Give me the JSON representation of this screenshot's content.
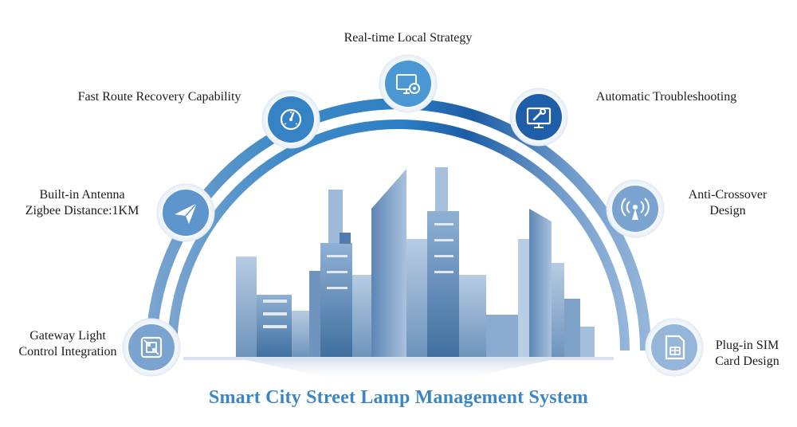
{
  "title": "Smart City Street Lamp Management System",
  "features": [
    {
      "name": "Gateway Light Control Integration",
      "lines": [
        "Gateway Light",
        "Control Integration"
      ],
      "icon": "gateway-integration-icon"
    },
    {
      "name": "Built-in Antenna Zigbee Distance:1KM",
      "lines": [
        "Built-in Antenna",
        "Zigbee Distance:1KM"
      ],
      "icon": "paper-plane-icon"
    },
    {
      "name": "Fast Route Recovery Capability",
      "lines": [
        "Fast Route Recovery Capability"
      ],
      "icon": "speedometer-icon"
    },
    {
      "name": "Real-time Local Strategy",
      "lines": [
        "Real-time Local Strategy"
      ],
      "icon": "monitor-gear-icon"
    },
    {
      "name": "Automatic Troubleshooting",
      "lines": [
        "Automatic Troubleshooting"
      ],
      "icon": "monitor-wrench-icon"
    },
    {
      "name": "Anti-Crossover Design",
      "lines": [
        "Anti-Crossover",
        "Design"
      ],
      "icon": "antenna-signal-icon"
    },
    {
      "name": "Plug-in SIM Card Design",
      "lines": [
        "Plug-in SIM",
        "Card Design"
      ],
      "icon": "sim-card-icon"
    }
  ],
  "colors": {
    "arc_light": "#8fb4d8",
    "arc_mid": "#3d8bc8",
    "arc_dark": "#1d5ea6",
    "title": "#3c86c4"
  }
}
